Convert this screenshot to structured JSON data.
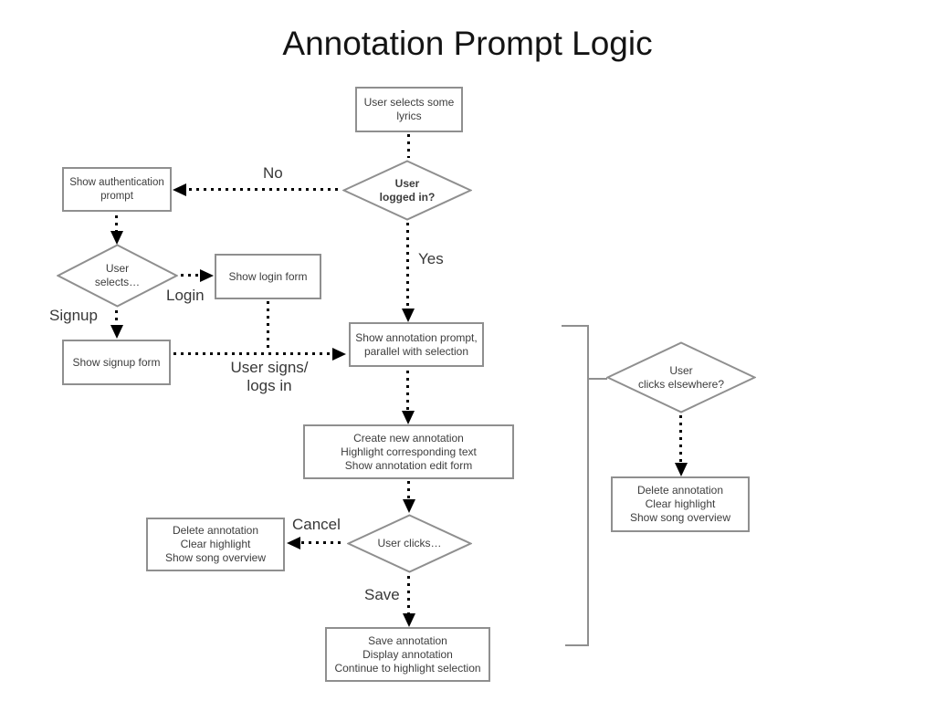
{
  "title": "Annotation Prompt Logic",
  "colors": {
    "shape_border": "#8f8f8f",
    "connector": "#000000",
    "node_text": "#3d3d3d",
    "label_text": "#383838"
  },
  "nodes": {
    "select_lyrics": {
      "text": "User selects some\nlyrics"
    },
    "logged_in": {
      "text": "User\nlogged in?"
    },
    "auth_prompt": {
      "text": "Show authentication\nprompt"
    },
    "user_selects": {
      "text": "User\nselects…"
    },
    "login_form": {
      "text": "Show login form"
    },
    "signup_form": {
      "text": "Show signup form"
    },
    "annotation_prompt": {
      "text": "Show annotation prompt,\nparallel with selection"
    },
    "create_annotation": {
      "text": "Create new annotation\nHighlight corresponding text\nShow annotation edit form"
    },
    "user_clicks": {
      "text": "User clicks…"
    },
    "cancel_actions": {
      "text": "Delete annotation\nClear highlight\nShow song overview"
    },
    "save_actions": {
      "text": "Save annotation\nDisplay annotation\nContinue to highlight selection"
    },
    "clicks_elsewhere": {
      "text": "User\nclicks elsewhere?"
    },
    "elsewhere_actions": {
      "text": "Delete annotation\nClear highlight\nShow song overview"
    }
  },
  "edge_labels": {
    "no": "No",
    "yes": "Yes",
    "login": "Login",
    "signup": "Signup",
    "user_signs_logs_in": "User signs/\nlogs in",
    "cancel": "Cancel",
    "save": "Save"
  }
}
